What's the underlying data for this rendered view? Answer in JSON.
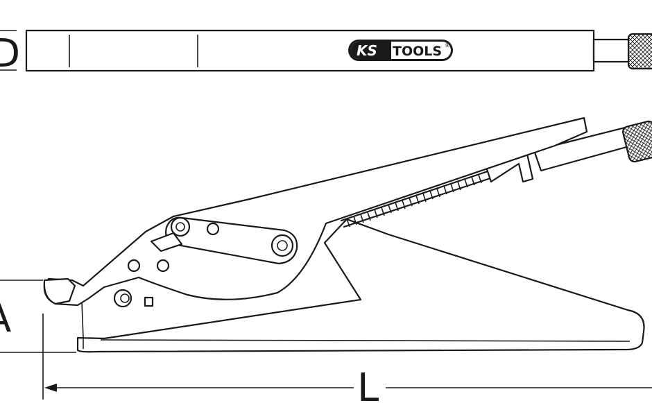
{
  "logo": {
    "brand_ks": "KS",
    "brand_tools": "TOOLS",
    "registered": "®"
  },
  "dimensions": {
    "length_label": "L",
    "height_label": "A",
    "top_view_label": "D"
  },
  "colors": {
    "line": "#1a1a1a",
    "background": "#ffffff",
    "logo_bg": "#1a1a1a",
    "logo_text": "#ffffff"
  }
}
